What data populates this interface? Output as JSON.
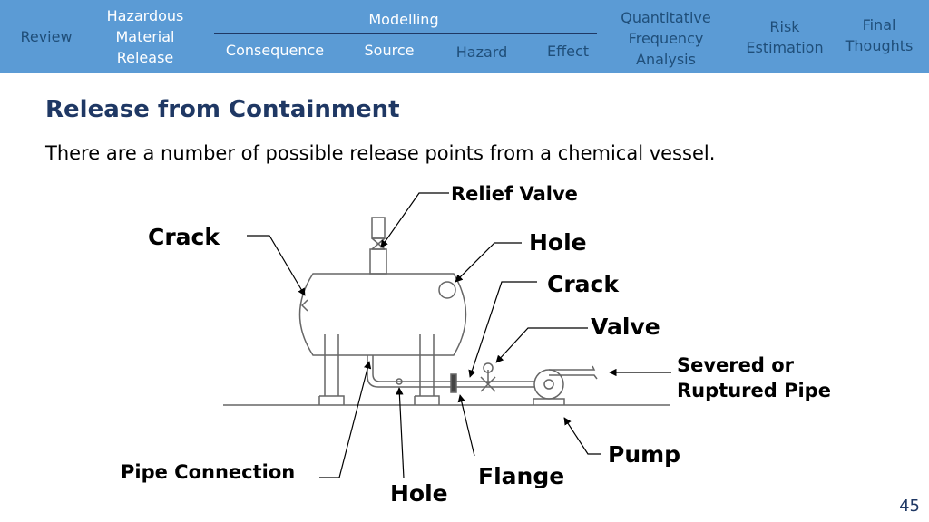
{
  "nav": {
    "review": "Review",
    "hazardous": [
      "Hazardous",
      "Material",
      "Release"
    ],
    "modelling": "Modelling",
    "consequence": "Consequence",
    "source": "Source",
    "hazard": "Hazard",
    "effect": "Effect",
    "qfa": [
      "Quantitative",
      "Frequency",
      "Analysis"
    ],
    "risk": [
      "Risk",
      "Estimation"
    ],
    "final": [
      "Final",
      "Thoughts"
    ]
  },
  "title": "Release from Containment",
  "subtitle": "There are a number of possible release points from a chemical vessel.",
  "diagram": {
    "relief_valve": "Relief Valve",
    "crack_left": "Crack",
    "hole_top": "Hole",
    "crack_right": "Crack",
    "valve": "Valve",
    "severed": [
      "Severed or",
      "Ruptured Pipe"
    ],
    "pump": "Pump",
    "pipe_connection": "Pipe Connection",
    "hole_bottom": "Hole",
    "flange": "Flange"
  },
  "page_number": "45"
}
